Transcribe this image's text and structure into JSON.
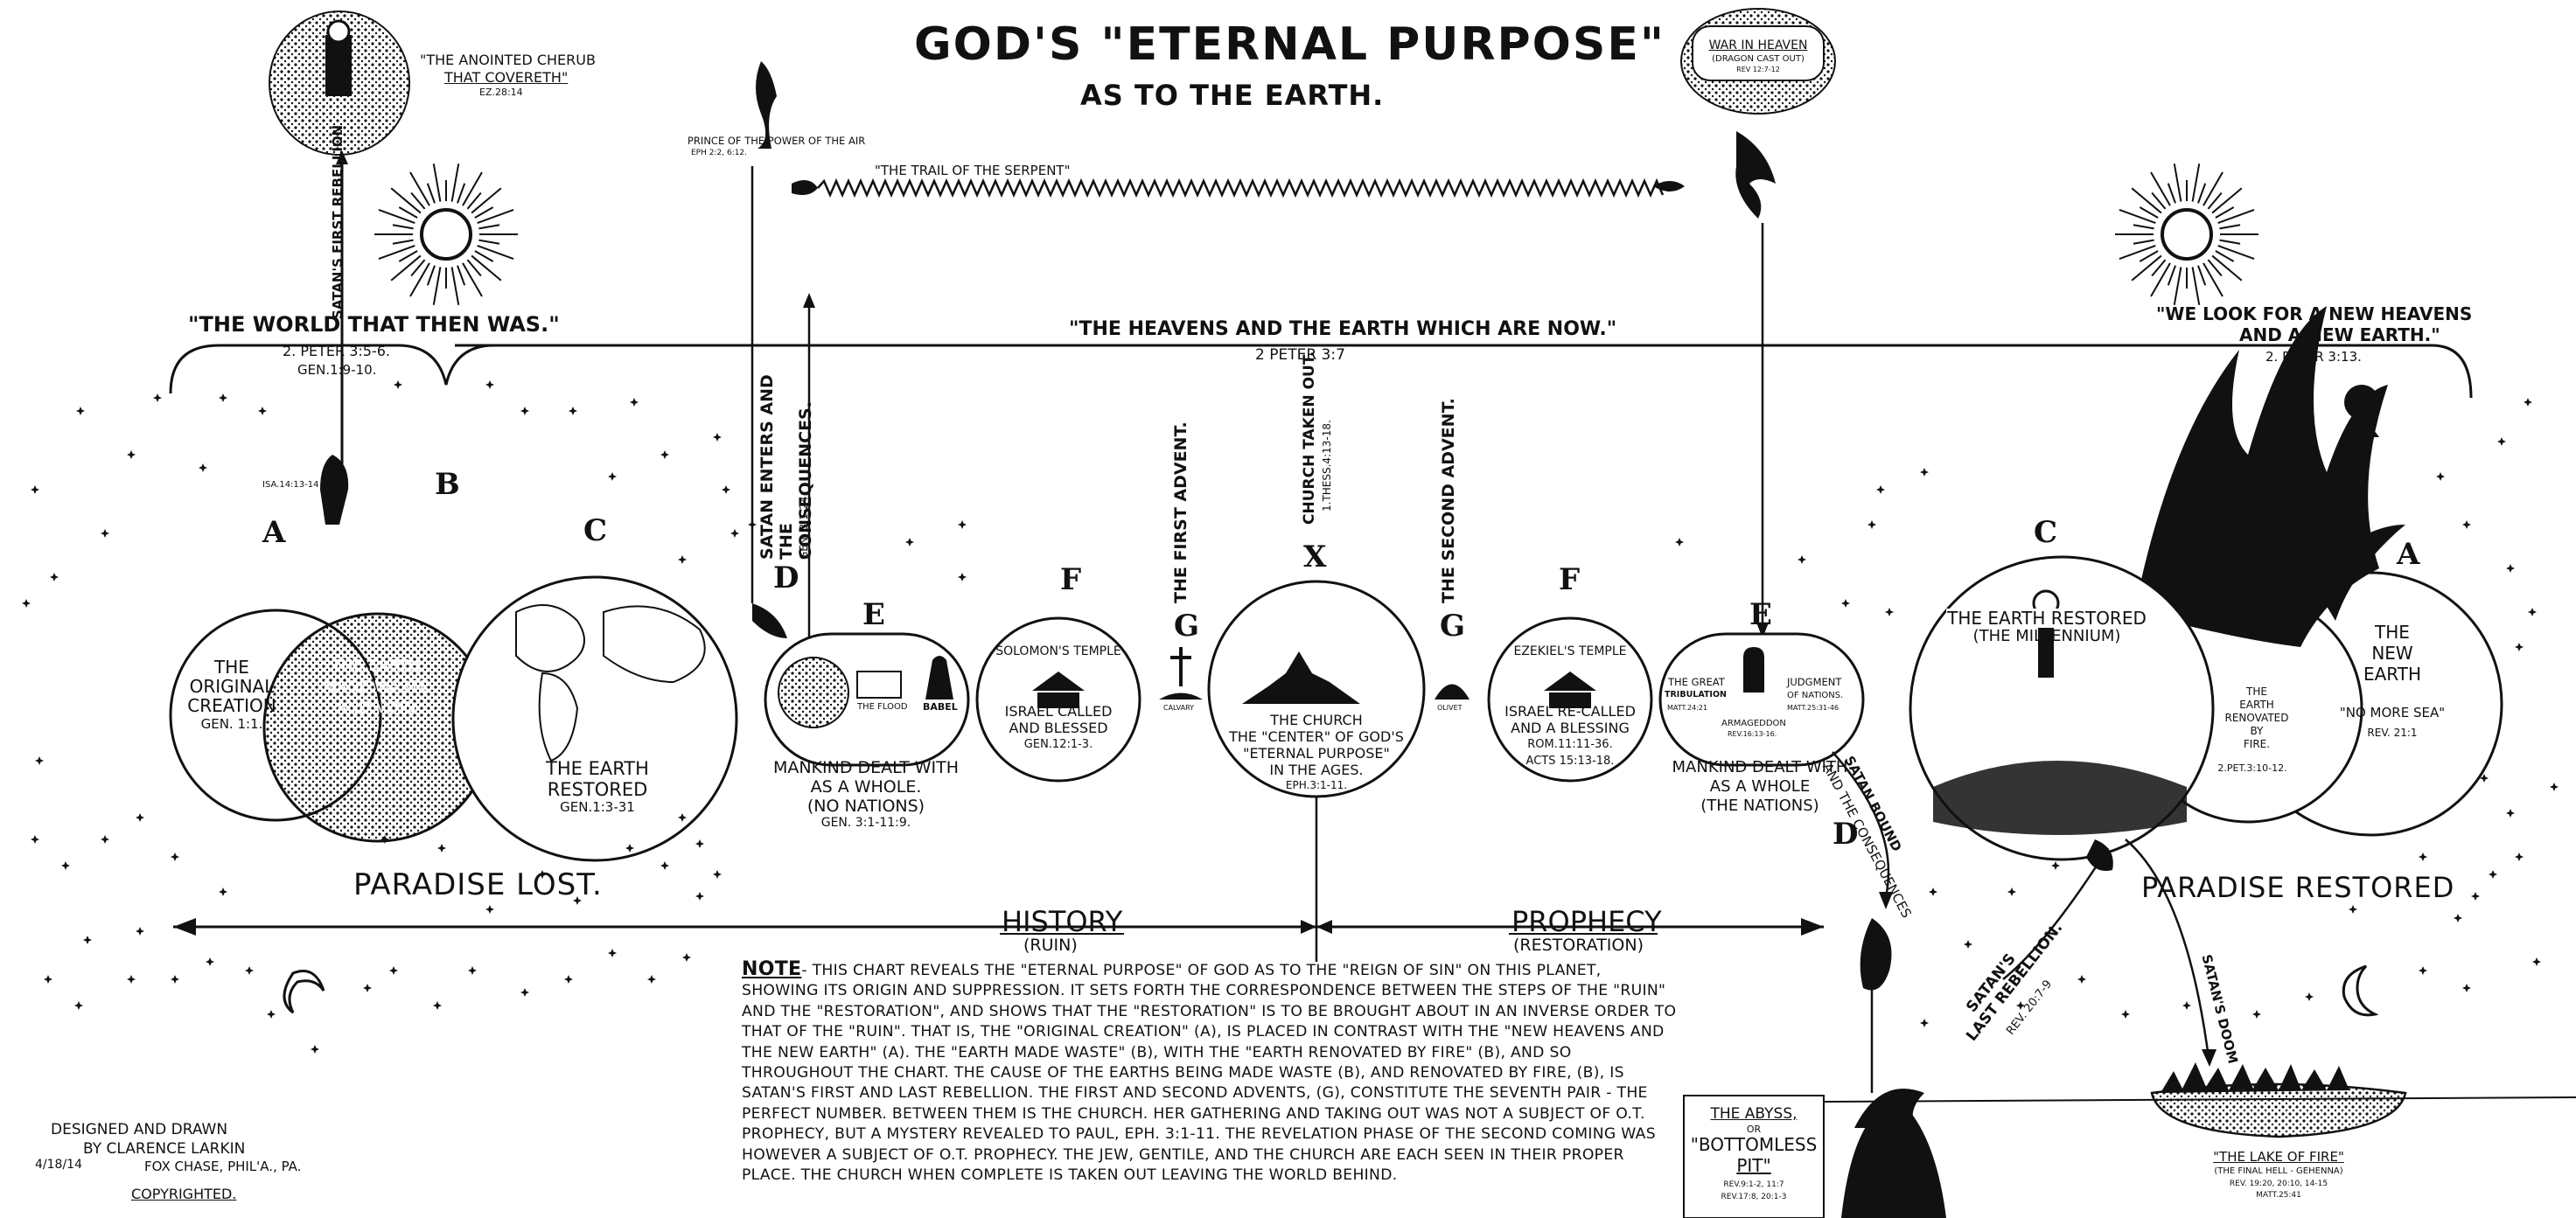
{
  "title": {
    "line1": "God's \"Eternal Purpose\"",
    "line2": "As To The Earth."
  },
  "ages": {
    "world_then": {
      "label": "\"The World That Then Was.\"",
      "ref1": "2. Peter 3:5-6.",
      "ref2": "Gen.1:9-10."
    },
    "heavens_now": {
      "label": "\"The Heavens And The Earth Which Are Now.\"",
      "ref": "2 Peter 3:7"
    },
    "new_heavens": {
      "label1": "\"We Look For A New Heavens",
      "label2": "And A New Earth.\"",
      "ref": "2. Peter 3:13."
    }
  },
  "top_labels": {
    "cherub_1": "\"The Anointed Cherub",
    "cherub_2": "That Covereth\"",
    "cherub_ref": "Ez.28:14",
    "satans_rebellion": "Satan's First Rebellion",
    "prince": "Prince Of The Power Of The Air",
    "prince_ref": "Eph 2:2, 6:12.",
    "trail": "\"The Trail Of The Serpent\"",
    "war_1": "War In Heaven",
    "war_2": "(Dragon Cast Out)",
    "war_ref": "Rev 12:7-12",
    "isa_ref": "Isa.14:13-14"
  },
  "vertical_labels": {
    "satan_enters": "Satan Enters And The Consequences.",
    "satan_enters_ref": "Gen. 3:1-24.",
    "first_advent": "The First Advent.",
    "church_taken": "Church Taken Out.",
    "church_taken_ref": "1.Thess.4:13-18.",
    "second_advent": "The Second Advent."
  },
  "letters": {
    "a1": "A",
    "b": "B",
    "c1": "C",
    "d1": "D",
    "e1": "E",
    "f1": "F",
    "g1": "G",
    "x": "X",
    "g2": "G",
    "f2": "F",
    "e2": "E",
    "d2": "D",
    "c2": "C",
    "a2": "A"
  },
  "circles": {
    "original_1": "The",
    "original_2": "Original",
    "original_3": "Creation",
    "original_ref": "Gen. 1:1.",
    "waste_1": "The Earth",
    "waste_2": "Made Waste",
    "waste_3": "And Void",
    "restored_1": "The Earth",
    "restored_2": "Restored",
    "restored_ref": "Gen.1:3-31",
    "flood": "The Flood",
    "babel": "Babel",
    "mankind_1": "Mankind Dealt With",
    "mankind_2": "As A Whole.",
    "mankind_3": "(No Nations)",
    "mankind_ref": "Gen. 3:1-11:9.",
    "solomon": "Solomon's Temple",
    "israel_called_1": "Israel Called",
    "israel_called_2": "And Blessed",
    "israel_called_ref": "Gen.12:1-3.",
    "calvary": "Calvary",
    "church_1": "The Church",
    "church_2": "The \"Center\" Of God's",
    "church_3": "\"Eternal Purpose\"",
    "church_4": "In The Ages.",
    "church_ref": "Eph.3:1-11.",
    "olivet": "Olivet",
    "ezekiel": "Ezekiel's Temple",
    "israel_recalled_1": "Israel Re-called",
    "israel_recalled_2": "And A Blessing",
    "israel_recalled_ref1": "Rom.11:11-36.",
    "israel_recalled_ref2": "Acts 15:13-18.",
    "tribulation_1": "The Great",
    "tribulation_2": "Tribulation",
    "tribulation_ref": "Matt.24:21",
    "judgment_1": "Judgment",
    "judgment_2": "Of Nations.",
    "judgment_ref": "Matt.25:31-46",
    "armageddon": "Armageddon",
    "armageddon_ref": "Rev.16:13-16.",
    "nations_1": "Mankind Dealt With",
    "nations_2": "As A Whole",
    "nations_3": "(The Nations)",
    "millennium_1": "The Earth Restored",
    "millennium_2": "(The Millennium)",
    "renovated_1": "The",
    "renovated_2": "Earth",
    "renovated_3": "Renovated",
    "renovated_4": "By",
    "renovated_5": "Fire.",
    "renovated_ref": "2.Pet.3:10-12.",
    "new_earth_1": "The",
    "new_earth_2": "New",
    "new_earth_3": "Earth",
    "new_earth_4": "\"No More Sea\"",
    "new_earth_ref": "Rev. 21:1"
  },
  "paradise": {
    "lost": "Paradise Lost.",
    "restored": "Paradise Restored"
  },
  "timeline": {
    "history": "History",
    "ruin": "(Ruin)",
    "prophecy": "Prophecy",
    "restoration": "(Restoration)"
  },
  "satan_bound": {
    "line1": "Satan Bound",
    "line2": "And The Consequences"
  },
  "satans_last": {
    "line1": "Satan's",
    "line2": "Last Rebellion.",
    "ref": "Rev. 20:7-9"
  },
  "satans_doom": "Satan's Doom",
  "abyss": {
    "line1": "The Abyss,",
    "line2": "or",
    "line3": "\"Bottomless",
    "line4": "Pit\"",
    "ref1": "Rev.9:1-2, 11:7",
    "ref2": "Rev.17:8, 20:1-3"
  },
  "lake": {
    "line1": "\"The Lake Of Fire\"",
    "line2": "(The Final Hell - Gehenna)",
    "ref1": "Rev. 19:20, 20:10, 14-15",
    "ref2": "Matt.25:41"
  },
  "note": {
    "head": "Note",
    "text": "- This Chart Reveals The \"Eternal Purpose\" Of God As To The \"Reign Of Sin\" On This Planet, Showing Its Origin And Suppression. It Sets Forth The Correspondence Between The Steps Of The \"Ruin\" And The \"Restoration\", And Shows That The \"Restoration\" Is To Be Brought About In An Inverse Order To That Of The \"Ruin\". That Is, The \"Original Creation\" (A), Is Placed In Contrast With The \"New Heavens And The New Earth\" (A). The \"Earth Made Waste\" (B), With The \"Earth Renovated By Fire\" (B), And So Throughout The Chart. The Cause Of The Earths Being Made Waste (B), And Renovated By Fire, (B), Is Satan's First And Last Rebellion. The First And Second Advents, (G), Constitute The Seventh Pair - The Perfect Number. Between Them Is The Church. Her Gathering And Taking Out Was Not A Subject Of O.T. Prophecy, But A Mystery Revealed To Paul, Eph. 3:1-11. The Revelation Phase Of The Second Coming Was However A Subject Of O.T. Prophecy. The Jew, Gentile, And The Church Are Each Seen In Their Proper Place. The Church When Complete Is Taken Out Leaving The World Behind."
  },
  "credit": {
    "line1": "Designed And Drawn",
    "line2": "By Clarence Larkin",
    "date": "4/18/14",
    "place": "Fox Chase, Phil'a., Pa.",
    "copyright": "Copyrighted."
  }
}
